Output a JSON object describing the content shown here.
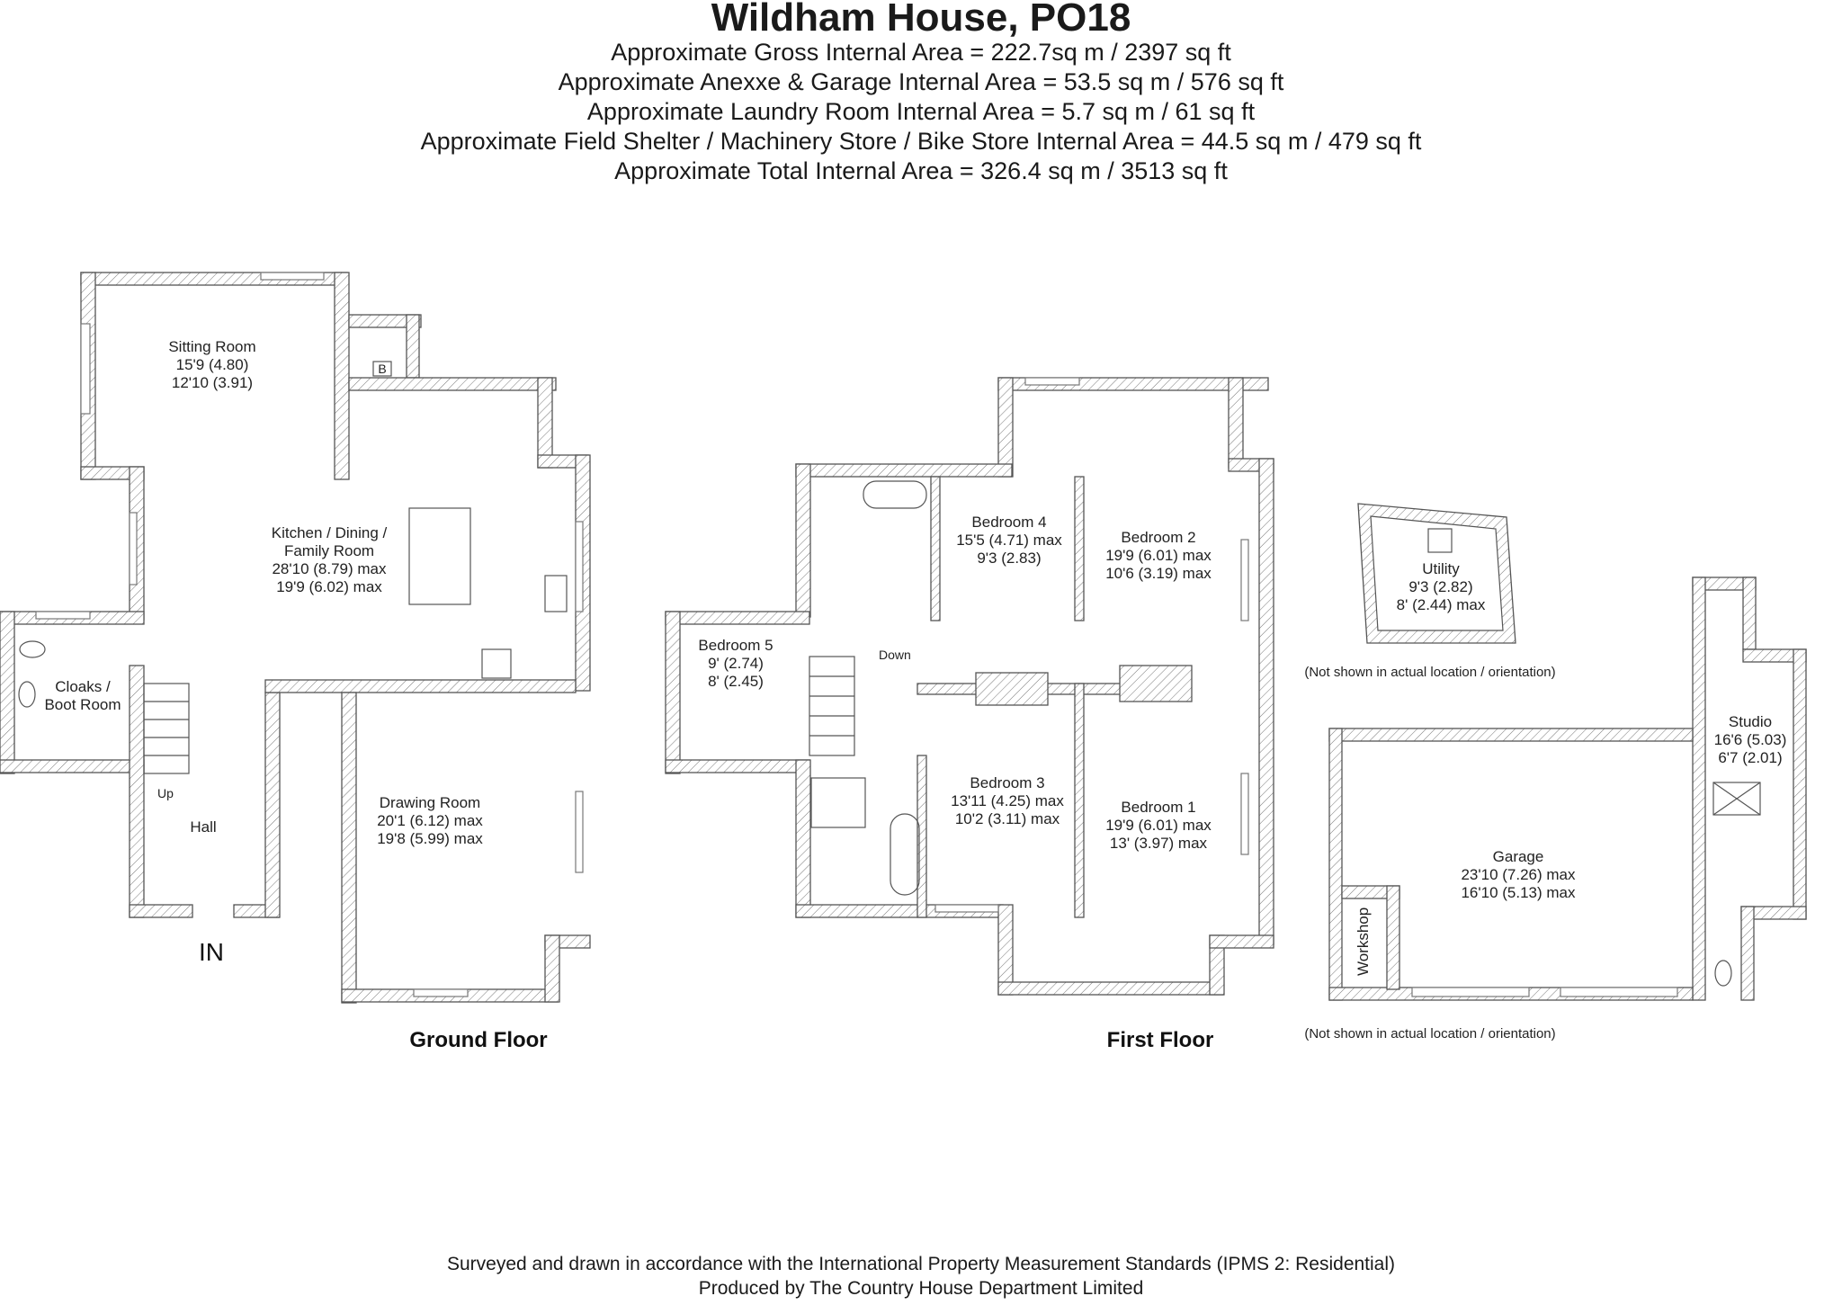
{
  "header": {
    "title": "Wildham House, PO18",
    "areas": [
      "Approximate Gross Internal Area = 222.7sq m / 2397 sq ft",
      "Approximate Anexxe & Garage Internal Area = 53.5 sq m / 576 sq ft",
      "Approximate Laundry Room Internal Area = 5.7 sq m / 61 sq ft",
      "Approximate Field Shelter / Machinery Store / Bike Store Internal Area = 44.5 sq m / 479 sq ft",
      "Approximate Total Internal Area = 326.4 sq m / 3513 sq ft"
    ]
  },
  "ground_floor": {
    "label": "Ground Floor",
    "sitting_room": [
      "Sitting Room",
      "15'9 (4.80)",
      "12'10 (3.91)"
    ],
    "kitchen": [
      "Kitchen / Dining /",
      "Family Room",
      "28'10 (8.79) max",
      "19'9 (6.02) max"
    ],
    "cloaks": [
      "Cloaks /",
      "Boot Room"
    ],
    "hall": "Hall",
    "drawing_room": [
      "Drawing Room",
      "20'1 (6.12) max",
      "19'8 (5.99) max"
    ],
    "boiler": "B",
    "stairs_up": "Up",
    "entrance": "IN"
  },
  "first_floor": {
    "label": "First Floor",
    "bedroom4": [
      "Bedroom 4",
      "15'5 (4.71) max",
      "9'3 (2.83)"
    ],
    "bedroom2": [
      "Bedroom 2",
      "19'9 (6.01) max",
      "10'6 (3.19) max"
    ],
    "bedroom5": [
      "Bedroom 5",
      "9' (2.74)",
      "8' (2.45)"
    ],
    "bedroom3": [
      "Bedroom 3",
      "13'11 (4.25) max",
      "10'2 (3.11) max"
    ],
    "bedroom1": [
      "Bedroom 1",
      "19'9 (6.01) max",
      "13' (3.97) max"
    ],
    "stairs_down": "Down"
  },
  "outbuildings": {
    "utility": [
      "Utility",
      "9'3 (2.82)",
      "8' (2.44) max"
    ],
    "utility_note": "(Not shown in actual location / orientation)",
    "studio": [
      "Studio",
      "16'6 (5.03)",
      "6'7 (2.01)"
    ],
    "garage": [
      "Garage",
      "23'10 (7.26) max",
      "16'10 (5.13) max"
    ],
    "workshop": "Workshop",
    "garage_note": "(Not shown in actual location / orientation)"
  },
  "footer": {
    "line1": "Surveyed and drawn in accordance with the International Property Measurement Standards (IPMS 2: Residential)",
    "line2": "Produced by The Country House Department Limited"
  }
}
